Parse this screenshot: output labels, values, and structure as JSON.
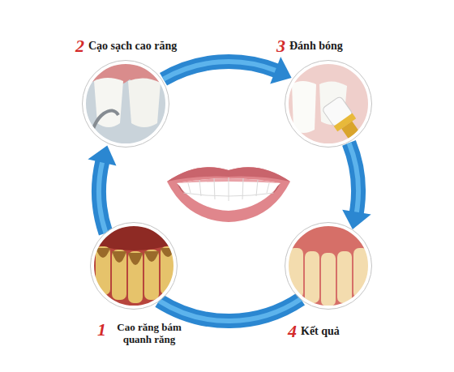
{
  "diagram": {
    "nodes": [
      {
        "text": [
          "2",
          "Cạo sạch cao răng"
        ]
      },
      {
        "text": [
          "3",
          "Đánh bóng"
        ]
      },
      {
        "text": [
          "1",
          "Cao răng bám quanh răng"
        ]
      },
      {
        "text": [
          "4",
          "Kết quả"
        ]
      }
    ],
    "edges": [
      {
        "from": 2,
        "to": 0,
        "arrow": "to"
      },
      {
        "from": 0,
        "to": 1,
        "arrow": "to"
      },
      {
        "from": 1,
        "to": 3,
        "arrow": "to"
      },
      {
        "from": 3,
        "to": 2,
        "arrow": "none"
      }
    ]
  }
}
